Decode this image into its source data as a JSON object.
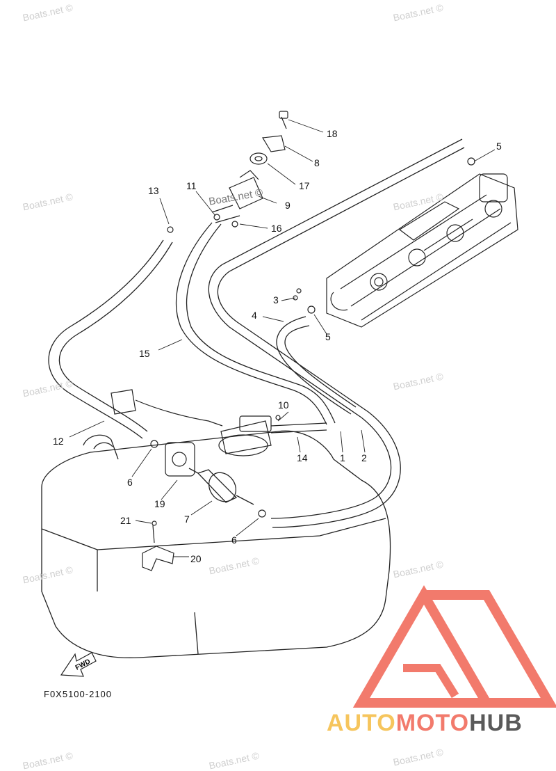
{
  "watermarks": [
    "Boats.net ©",
    "Boats.net ©",
    "Boats.net ©",
    "Boats.net ©",
    "Boats.net ©",
    "Boats.net ©",
    "Boats.net ©",
    "Boats.net ©",
    "Boats.net ©",
    "Boats.net ©",
    "Boats.net ©",
    "Boats.net ©"
  ],
  "inline_watermark": "Boats.net ©",
  "callouts": [
    "18",
    "8",
    "5",
    "17",
    "9",
    "13",
    "11",
    "16",
    "3",
    "4",
    "5",
    "15",
    "10",
    "12",
    "6",
    "19",
    "7",
    "14",
    "1",
    "2",
    "21",
    "6",
    "20"
  ],
  "fwd_label": "FWD",
  "diagram_code": "F0X5100-2100",
  "brand": {
    "part1": "AUTO",
    "part2": "MOTO",
    "part3": "HUB"
  },
  "colors": {
    "line": "#111111",
    "watermark": "#cfcfcf",
    "logo_red": "#f27a6c",
    "logo_yellow": "#f6c55d",
    "logo_gray": "#5a5a5a"
  }
}
